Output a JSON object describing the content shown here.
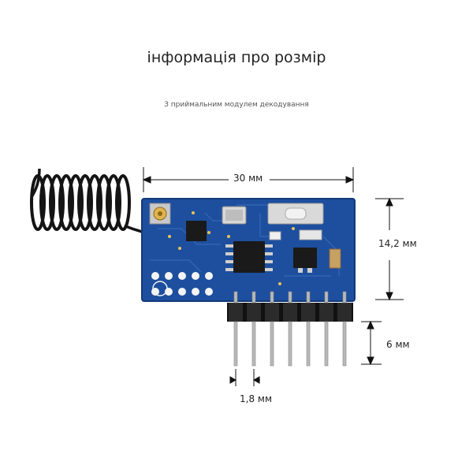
{
  "header": {
    "title": "інформація про розмір",
    "subtitle": "З приймальним модулем декодування"
  },
  "dimensions": {
    "width": "30 мм",
    "height": "14,2 мм",
    "pin_length": "6 мм",
    "pin_pitch": "1,8 мм"
  },
  "colors": {
    "pcb": "#1d4f9e",
    "pcb_dark": "#143a78",
    "antenna": "#141414",
    "pin_gold": "#b9b9b9",
    "header_black": "#111111"
  },
  "icons": {
    "antenna": "coil-spring-antenna",
    "board": "rf-receiver-module-board"
  }
}
